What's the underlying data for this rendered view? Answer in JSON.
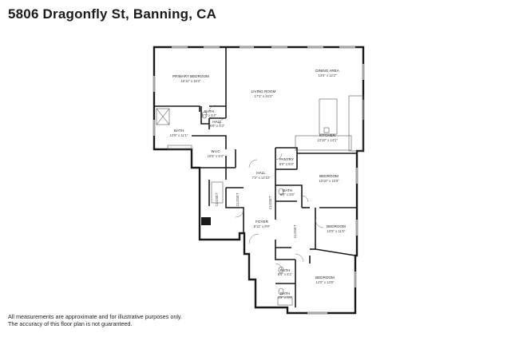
{
  "title": "5806 Dragonfly St, Banning, CA",
  "rooms": [
    {
      "key": "primary_bedroom",
      "name": "PRIMARY BEDROOM",
      "dims": "16'11\" x 16'3\""
    },
    {
      "key": "living_room",
      "name": "LIVING ROOM",
      "dims": "17'2\" x 24'3\""
    },
    {
      "key": "dining_area",
      "name": "DINING AREA",
      "dims": "13'5\" x 12'2\""
    },
    {
      "key": "bath_primary_wc",
      "name": "BATH",
      "dims": "5'7\" x 5'4\""
    },
    {
      "key": "hall_upper",
      "name": "HALL",
      "dims": "6'8\" x 4'3\""
    },
    {
      "key": "bath_primary",
      "name": "BATH",
      "dims": "10'8\" x 11'1\""
    },
    {
      "key": "kitchen",
      "name": "KITCHEN",
      "dims": "13'10\" x 14'1\""
    },
    {
      "key": "wic",
      "name": "W.I.C",
      "dims": "10'5\" x 9'4\""
    },
    {
      "key": "pantry",
      "name": "PANTRY",
      "dims": "5'0\" x 5'4\""
    },
    {
      "key": "hall_main",
      "name": "HALL",
      "dims": "7'2\" x 12'10\""
    },
    {
      "key": "bedroom_1",
      "name": "BEDROOM",
      "dims": "13'10\" x 10'9\""
    },
    {
      "key": "bath_mid",
      "name": "BATH",
      "dims": "6'6\" x 5'5\""
    },
    {
      "key": "foyer",
      "name": "FOYER",
      "dims": "8'11\" x 9'9\""
    },
    {
      "key": "bedroom_2",
      "name": "BEDROOM",
      "dims": "10'5\" x 11'6\""
    },
    {
      "key": "bath_lower",
      "name": "BATH",
      "dims": "8'6\" x 5'1\""
    },
    {
      "key": "bedroom_3",
      "name": "BEDROOM",
      "dims": "14'0\" x 13'8\""
    },
    {
      "key": "bath_small",
      "name": "BATH",
      "dims": "4'9\" x 5'6\""
    }
  ],
  "disclaimer": {
    "line1": "All measurements are approximate and for illustrative purposes only.",
    "line2": "The accuracy of this floor plan is not guaranteed."
  }
}
